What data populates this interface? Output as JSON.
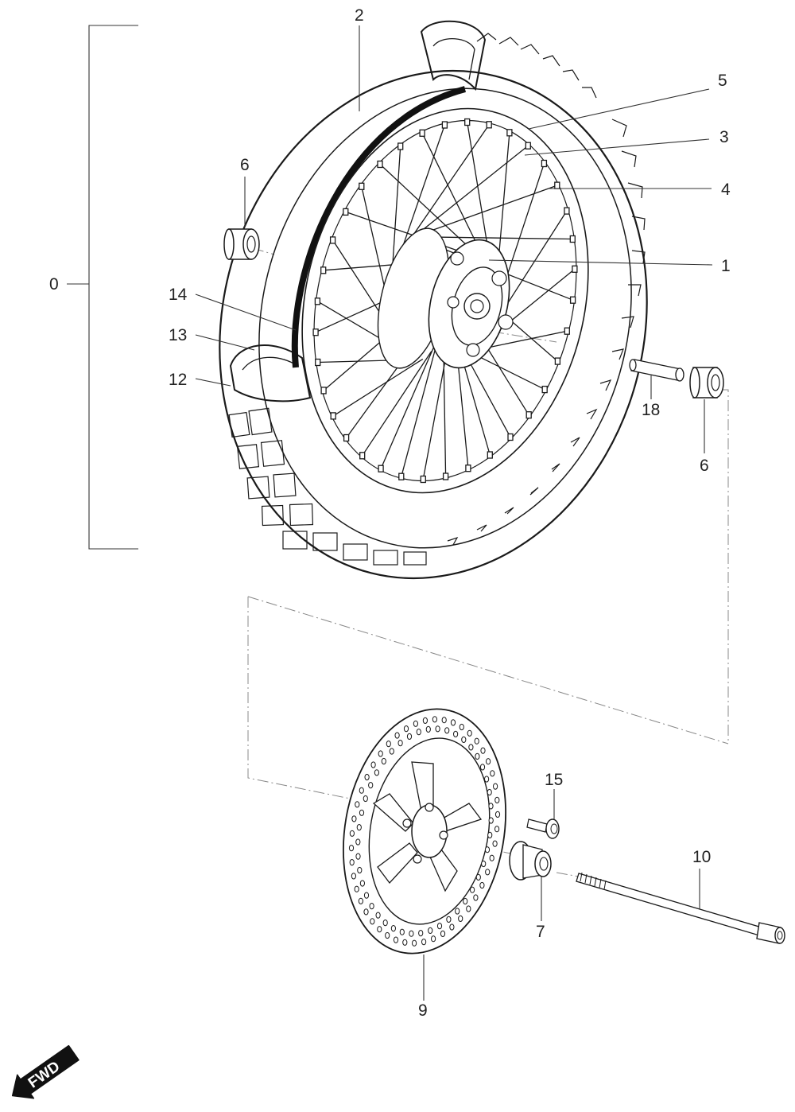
{
  "callouts": {
    "c0": "0",
    "c1": "1",
    "c2": "2",
    "c3": "3",
    "c4": "4",
    "c5": "5",
    "c6a": "6",
    "c6b": "6",
    "c7": "7",
    "c9": "9",
    "c10": "10",
    "c12": "12",
    "c13": "13",
    "c14": "14",
    "c15": "15",
    "c18": "18"
  },
  "direction_badge": {
    "label": "FWD"
  },
  "colors": {
    "ink": "#1a1a1a",
    "label": "#222222",
    "dash": "#888888",
    "tire_fill": "#ffffff"
  },
  "icons": {
    "direction": "arrow-fwd-icon"
  }
}
